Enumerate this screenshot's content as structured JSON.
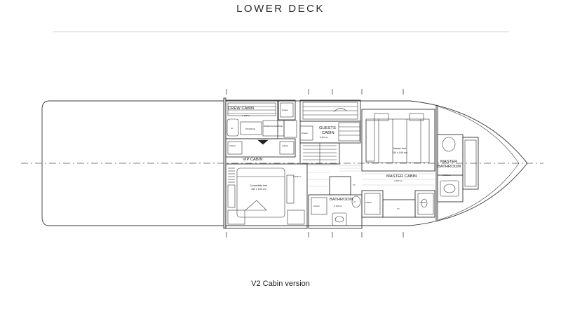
{
  "title": "LOWER DECK",
  "caption": "V2 Cabin version",
  "rooms": {
    "crew_cabin": "CREW CABIN",
    "crew_cabin_h": "H 189 cm",
    "storage": "STORAGE",
    "washing_machine": "WASHING MACHINE",
    "guests_cabin_line1": "GUESTS",
    "guests_cabin_line2": "CABIN",
    "guests_cabin_h": "H 200 cm",
    "vip_cabin": "VIP CABIN",
    "vip_bed_line1": "Convertible bed",
    "vip_bed_line2": "154 x 193 cm",
    "vip_h": "H 198 cm",
    "master_bed_line1": "Master bed",
    "master_bed_line2": "154 x 198 cm",
    "master_cabin": "MASTER CABIN",
    "master_cabin_h": "H 200 cm",
    "master_bathroom_line1": "MASTER",
    "master_bathroom_line2": "BATHROOM",
    "master_bathroom_h": "H 200 cm",
    "bathroom": "BATHROOM",
    "bathroom_h": "H 200 cm",
    "cabinet": "cabinet",
    "shower": "shower",
    "wc": "wc",
    "tv": "TV"
  }
}
